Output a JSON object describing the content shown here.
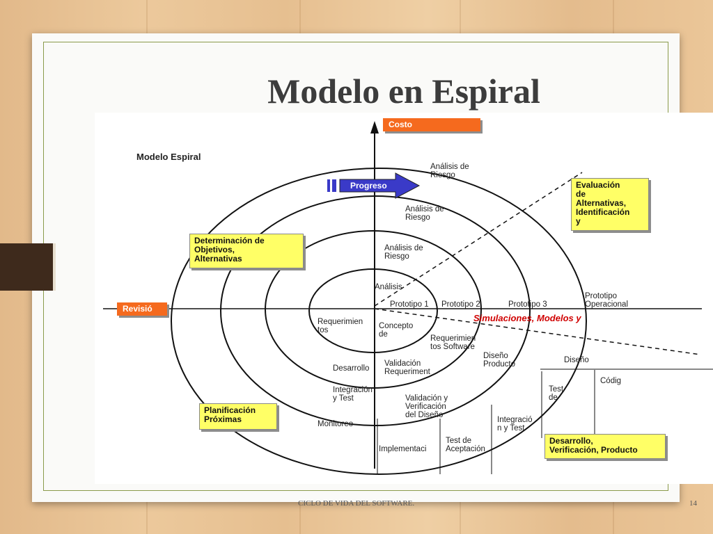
{
  "slide": {
    "title": "Modelo en Espiral",
    "footer_text": "CICLO DE VIDA DEL SOFTWARE.",
    "page_number": "14"
  },
  "diagram": {
    "heading": "Modelo Espiral",
    "axis_labels": {
      "cost": "Costo",
      "review": "Revisió"
    },
    "progress_label": "Progreso",
    "quadrant_boxes": {
      "objectives": "Determinación de\nObjetivos,\nAlternativas",
      "evaluation": "Evaluación\nde\nAlternativas,\nIdentificación\ny",
      "planning": "Planificación\nPróximas",
      "development": "Desarrollo,\nVerificación, Producto"
    },
    "risk_labels": [
      "Análisis de\nRiesgo",
      "Análisis de\nRiesgo",
      "Análisis de\nRiesgo",
      "Análisis"
    ],
    "prototype_labels": [
      "Prototipo 1",
      "Prototipo 2",
      "Prototipo 3",
      "Prototipo\nOperacional"
    ],
    "simulations_label": "Simulaciones, Modelos y",
    "inner_labels": {
      "requirements": "Requerimien\ntos",
      "concept": "Concepto\nde",
      "software_requirements": "Requerimien\ntos Software",
      "product_design": "Diseño\nProducto",
      "design": "Diseño",
      "code": "Códig",
      "test": "Test\nde",
      "development": "Desarrollo",
      "requirements_validation": "Validación\nRequeriment",
      "integration_test_left": "Integración\ny Test",
      "design_validation": "Validación y\nVerificación\ndel Diseño",
      "integration_test_right": "Integració\nn y Test",
      "monitoring": "Monitoreo",
      "implementation": "Implementaci",
      "acceptance_test": "Test de\nAceptación"
    }
  }
}
